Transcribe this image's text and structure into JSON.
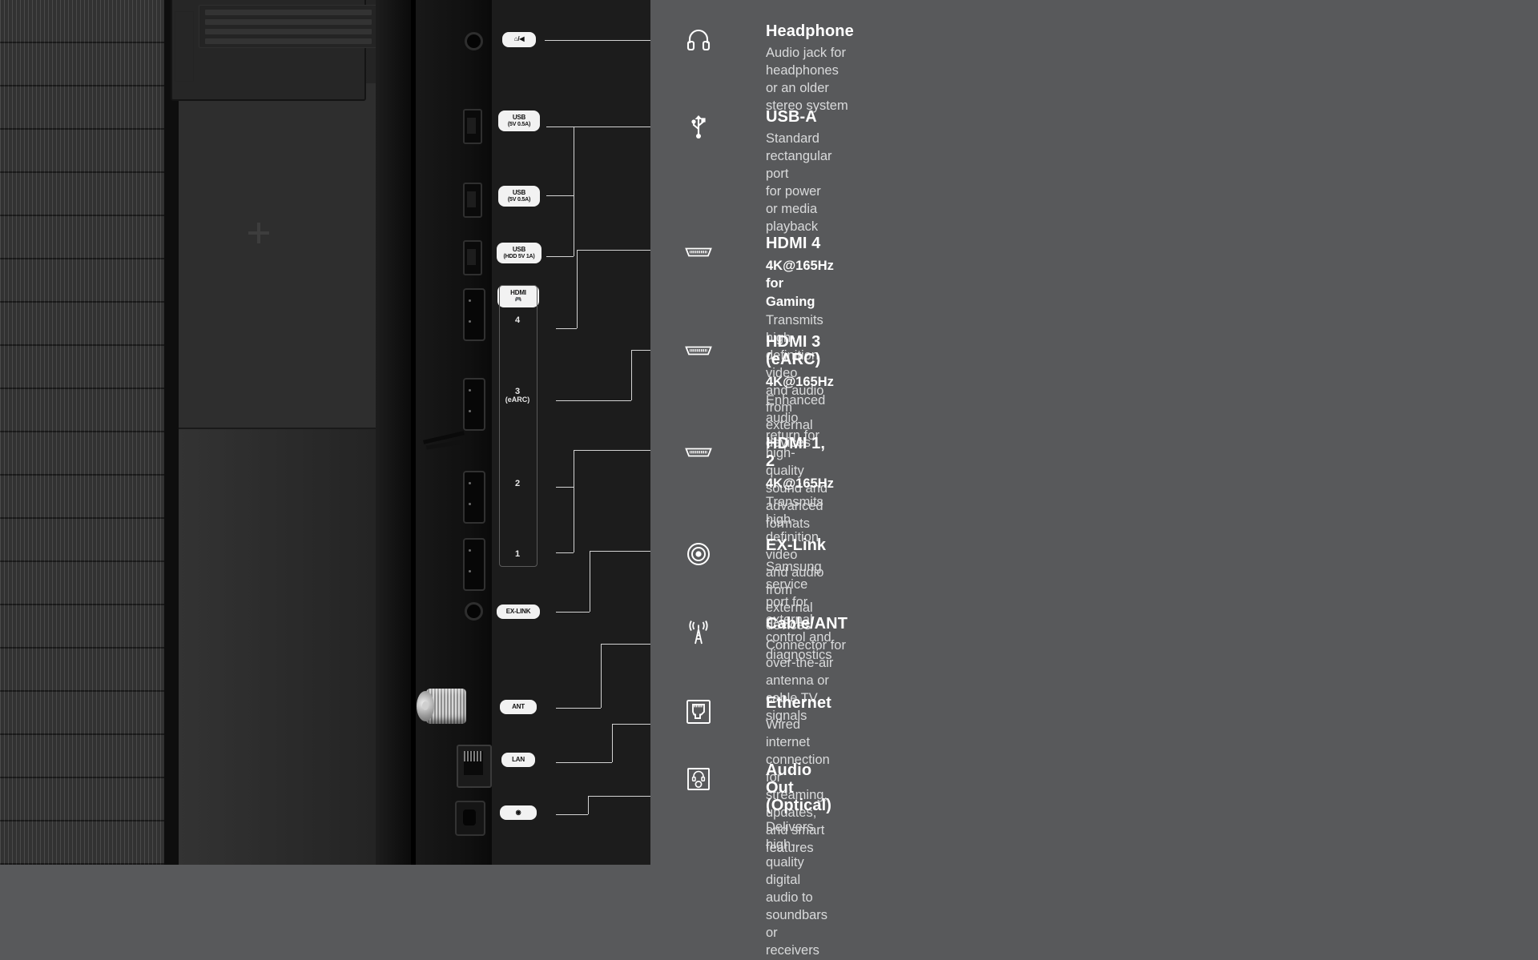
{
  "theme": {
    "panel_bg": "#58595b",
    "title_color": "#ffffff",
    "desc_color": "#d9dadb",
    "leader_line_color": "#d3d3d3",
    "photo_bg": "#1c1c1c"
  },
  "device_photo": {
    "alt": "Rear view of a Samsung TV showing the connection port panel",
    "port_labels": [
      {
        "name": "headphone-jack-label",
        "text": "⌂/◀"
      },
      {
        "name": "usb-1-label",
        "text": "USB",
        "sub": "(5V 0.5A)"
      },
      {
        "name": "usb-2-label",
        "text": "USB",
        "sub": "(5V 0.5A)"
      },
      {
        "name": "usb-hdd-label",
        "text": "USB",
        "sub": "(HDD 5V 1A)"
      },
      {
        "name": "hdmi-group-label",
        "text": "HDMI"
      },
      {
        "name": "ex-link-label",
        "text": "EX-LINK"
      },
      {
        "name": "ant-label",
        "text": "ANT"
      },
      {
        "name": "lan-label",
        "text": "LAN"
      },
      {
        "name": "optical-label",
        "text": "◉"
      }
    ],
    "hdmi_port_numbers": [
      {
        "num": "4",
        "note": ""
      },
      {
        "num": "3",
        "note": "(eARC)"
      },
      {
        "num": "2",
        "note": ""
      },
      {
        "num": "1",
        "note": ""
      }
    ]
  },
  "ports": [
    {
      "icon": "headphone-icon",
      "title": "Headphone",
      "spec": "",
      "desc": "Audio jack for headphones\nor an older stereo system"
    },
    {
      "icon": "usb-icon",
      "title": "USB-A",
      "spec": "",
      "desc": "Standard rectangular port\nfor power or media playback"
    },
    {
      "icon": "hdmi-icon",
      "title": "HDMI 4",
      "spec": "4K@165Hz for Gaming",
      "desc": "Transmits high-definition video\nand audio from external devices"
    },
    {
      "icon": "hdmi-icon",
      "title": "HDMI 3 (eARC)",
      "spec": "4K@165Hz",
      "desc": "Enhanced audio return for high-\nquality sound and advanced formats"
    },
    {
      "icon": "hdmi-icon",
      "title": "HDMI 1, 2",
      "spec": "4K@165Hz",
      "desc": "Transmits high-definition video\nand audio from external devices"
    },
    {
      "icon": "ex-link-icon",
      "title": "EX-Link",
      "spec": "",
      "desc": "Samsung service port for\nexternal control and diagnostics"
    },
    {
      "icon": "antenna-icon",
      "title": "Cable/ANT",
      "spec": "",
      "desc": "Connector for over-the-air\nantenna or cable TV signals"
    },
    {
      "icon": "ethernet-icon",
      "title": "Ethernet",
      "spec": "",
      "desc": "Wired internet connection for streaming,\nupdates, and smart features"
    },
    {
      "icon": "optical-audio-icon",
      "title": "Audio Out (Optical)",
      "spec": "",
      "desc": "Delivers high-quality digital\naudio to soundbars or receivers"
    }
  ]
}
